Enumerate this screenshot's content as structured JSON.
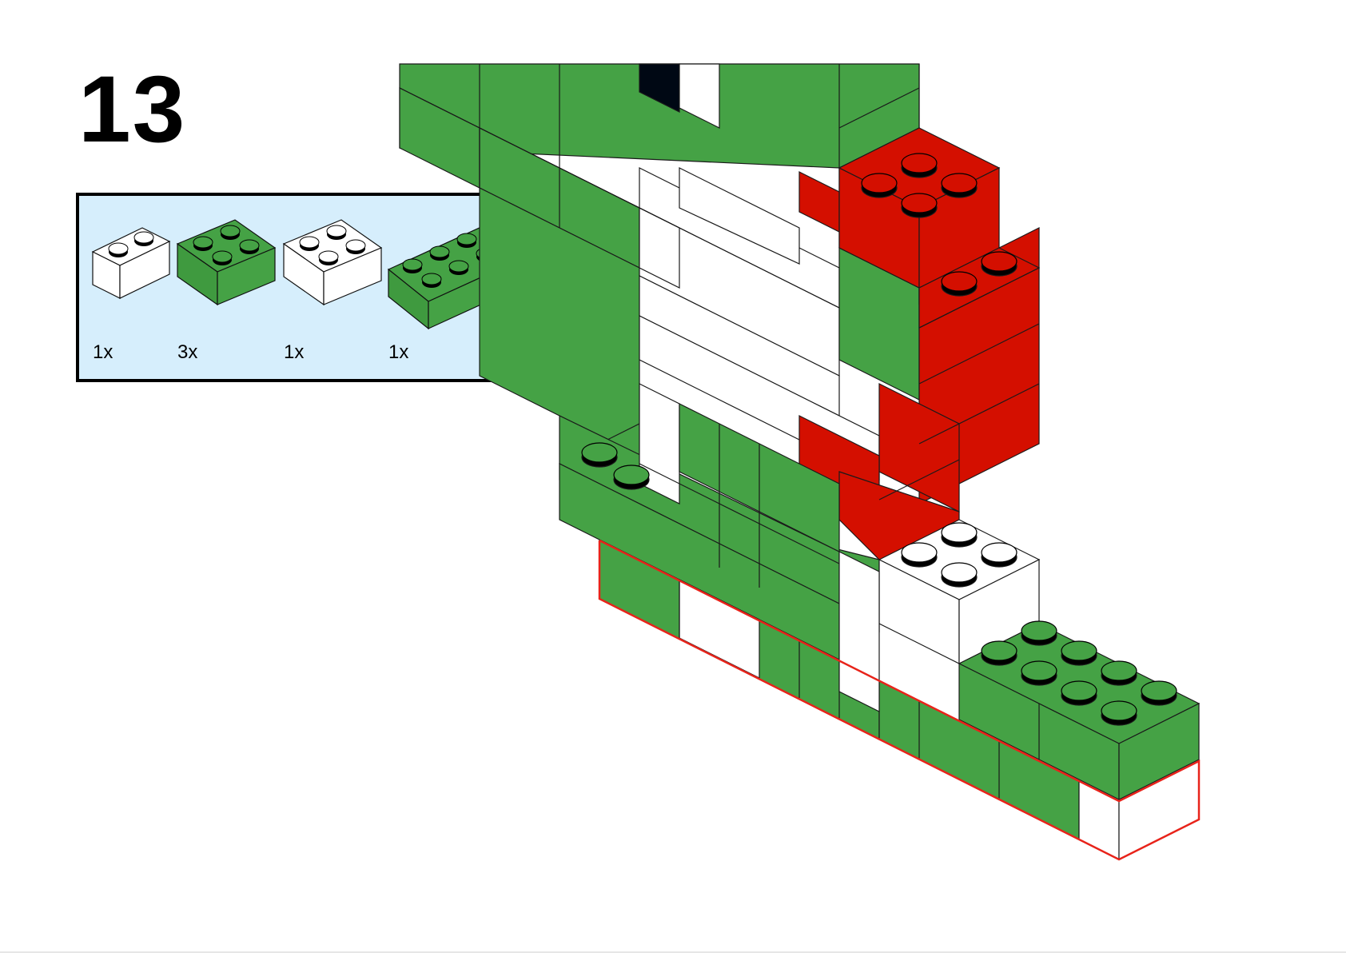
{
  "step": {
    "number": "13"
  },
  "parts_list": {
    "items": [
      {
        "name": "white-brick-1x2-icon",
        "color": "#ffffff",
        "quantity": "1x"
      },
      {
        "name": "green-brick-2x2-icon",
        "color": "#45a245",
        "quantity": "3x"
      },
      {
        "name": "white-brick-2x2-icon",
        "color": "#ffffff",
        "quantity": "1x"
      },
      {
        "name": "green-brick-2x4-icon",
        "color": "#45a245",
        "quantity": "1x"
      }
    ]
  },
  "colors": {
    "green": "#45a245",
    "green_dark": "#2f7e2f",
    "red": "#d40f00",
    "white": "#ffffff",
    "black": "#000814",
    "highlight": "#e8231a",
    "panel_bg": "#d6eefc"
  }
}
